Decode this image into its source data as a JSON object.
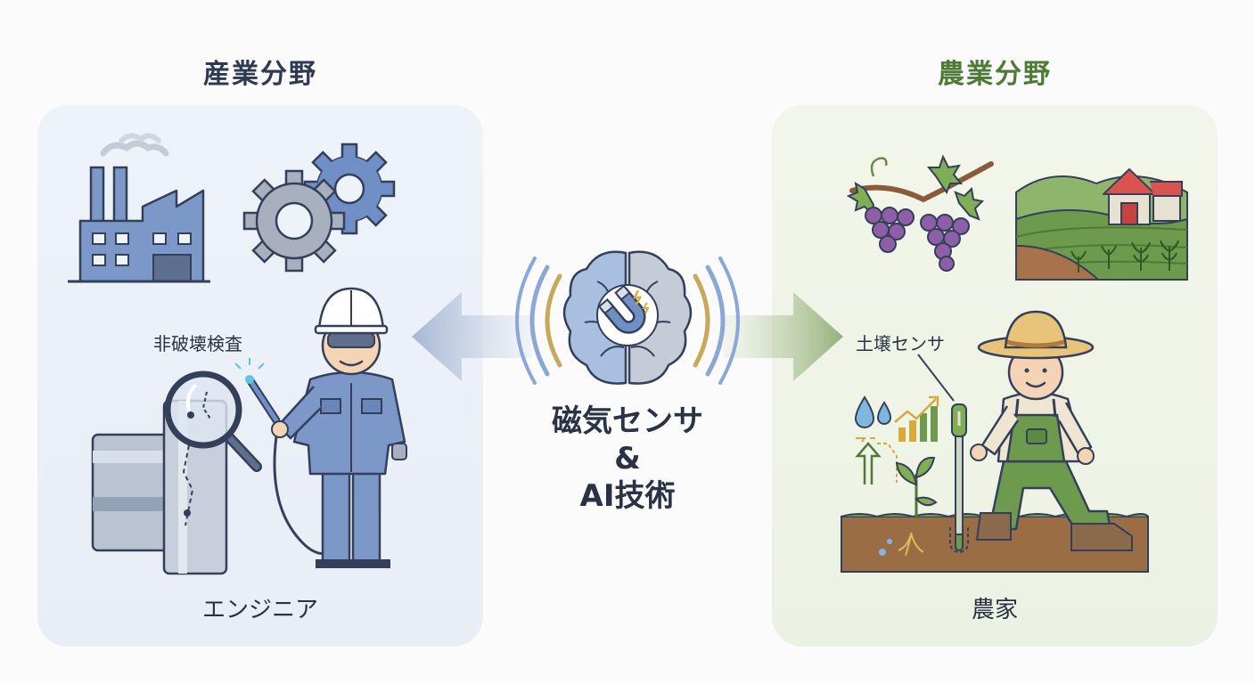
{
  "industry": {
    "title": "産業分野",
    "inspection_label": "非破壊検査",
    "person_caption": "エンジニア",
    "accent": "#2e3a52"
  },
  "agriculture": {
    "title": "農業分野",
    "sensor_label": "土壌センサ",
    "person_caption": "農家",
    "accent": "#4d7a36"
  },
  "center": {
    "line1": "磁気センサ",
    "line2": "&",
    "line3": "AI技術"
  },
  "icons": [
    "factory-icon",
    "gears-icon",
    "magnifier-icon",
    "pipe-icon",
    "engineer-icon",
    "brain-icon",
    "magnet-icon",
    "grapes-icon",
    "farm-icon",
    "farmer-icon",
    "soil-sensor-icon",
    "plant-icon",
    "water-drop-icon",
    "growth-chart-icon"
  ]
}
